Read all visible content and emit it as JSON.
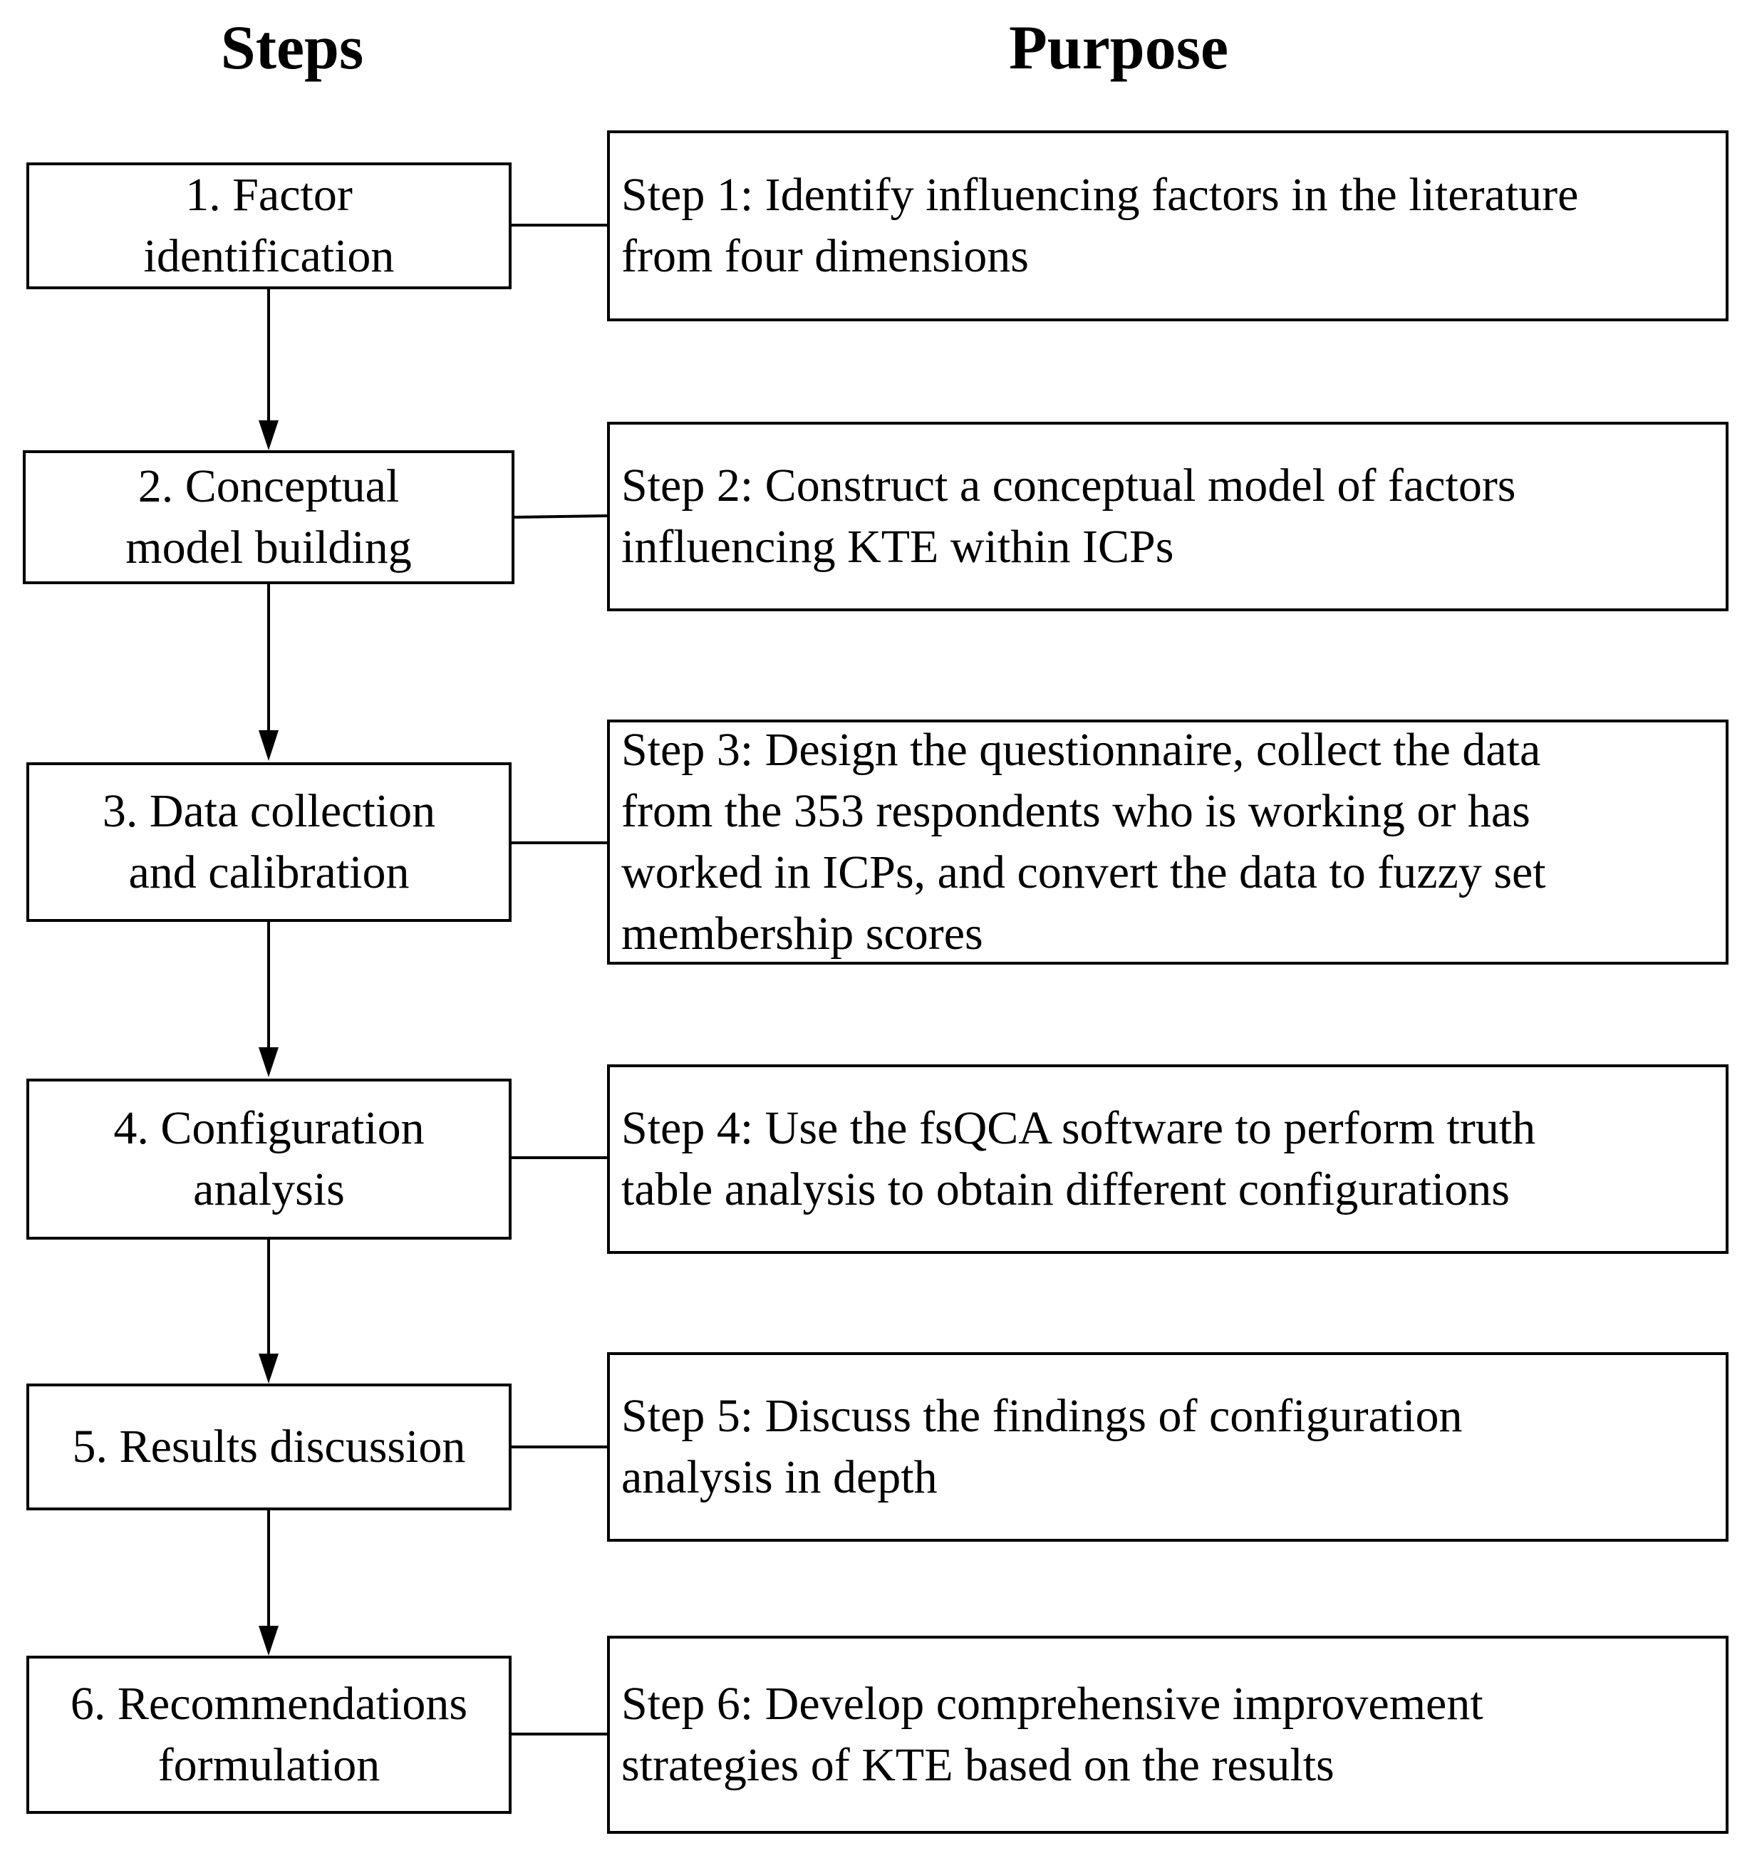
{
  "headers": {
    "steps": "Steps",
    "purpose": "Purpose"
  },
  "steps": [
    {
      "label": "1. Factor\nidentification",
      "purpose": "Step 1: Identify influencing factors in the literature\nfrom four dimensions"
    },
    {
      "label": "2. Conceptual\nmodel building",
      "purpose": "Step 2: Construct a conceptual model of factors\ninfluencing KTE within ICPs"
    },
    {
      "label": "3. Data collection\nand calibration",
      "purpose": "Step 3: Design the questionnaire, collect the data\nfrom the 353 respondents who is working or has\nworked in ICPs, and convert the data to fuzzy set\nmembership scores"
    },
    {
      "label": "4. Configuration\nanalysis",
      "purpose": "Step 4: Use the fsQCA software to perform truth\ntable analysis to obtain different configurations"
    },
    {
      "label": "5. Results discussion",
      "purpose": "Step 5: Discuss the findings of configuration\nanalysis in depth"
    },
    {
      "label": "6. Recommendations\nformulation",
      "purpose": "Step 6: Develop comprehensive improvement\nstrategies of KTE based on the results"
    }
  ]
}
